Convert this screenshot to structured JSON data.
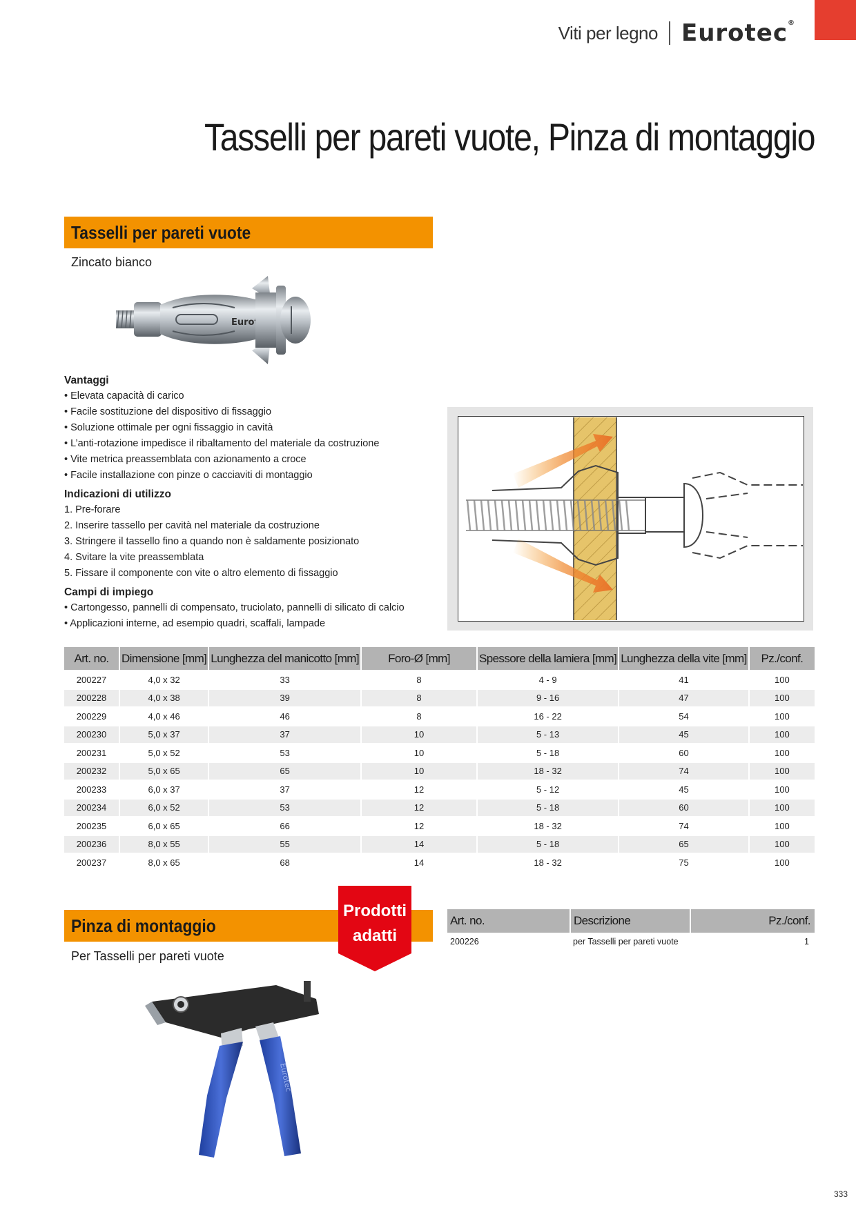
{
  "header": {
    "section": "Viti per legno",
    "brand": "Eurotec",
    "brand_mark": "®"
  },
  "page_title": "Tasselli per pareti vuote, Pinza di montaggio",
  "product1": {
    "band_title": "Tasselli per pareti vuote",
    "subtitle": "Zincato bianco",
    "image_text": "Eurotec",
    "vantaggi": {
      "heading": "Vantaggi",
      "items": [
        "• Elevata capacità di carico",
        "• Facile sostituzione del dispositivo di fissaggio",
        "• Soluzione ottimale per ogni fissaggio in cavità",
        "• L’anti-rotazione impedisce il ribaltamento del materiale da costruzione",
        "• Vite metrica preassemblata con azionamento a croce",
        "• Facile installazione con pinze o cacciaviti di montaggio"
      ]
    },
    "indicazioni": {
      "heading": "Indicazioni di utilizzo",
      "items": [
        "1. Pre-forare",
        "2. Inserire tassello per cavità nel materiale da costruzione",
        "3. Stringere il tassello fino a quando non è saldamente posizionato",
        "4. Svitare la vite preassemblata",
        "5. Fissare il componente con vite o altro elemento di fissaggio"
      ]
    },
    "campi": {
      "heading": "Campi di impiego",
      "items": [
        "• Cartongesso, pannelli di compensato, truciolato, pannelli di silicato di calcio",
        "• Applicazioni interne, ad esempio quadri, scaffali, lampade"
      ]
    }
  },
  "specs_table": {
    "headers": [
      "Art. no.",
      "Dimensione [mm]",
      "Lunghezza del manicotto [mm]",
      "Foro-Ø [mm]",
      "Spessore della lamiera [mm]",
      "Lunghezza della vite [mm]",
      "Pz./conf."
    ],
    "rows": [
      [
        "200227",
        "4,0 x 32",
        "33",
        "8",
        "4 - 9",
        "41",
        "100"
      ],
      [
        "200228",
        "4,0 x 38",
        "39",
        "8",
        "9 - 16",
        "47",
        "100"
      ],
      [
        "200229",
        "4,0 x 46",
        "46",
        "8",
        "16 - 22",
        "54",
        "100"
      ],
      [
        "200230",
        "5,0 x 37",
        "37",
        "10",
        "5 - 13",
        "45",
        "100"
      ],
      [
        "200231",
        "5,0 x 52",
        "53",
        "10",
        "5 - 18",
        "60",
        "100"
      ],
      [
        "200232",
        "5,0 x 65",
        "65",
        "10",
        "18 - 32",
        "74",
        "100"
      ],
      [
        "200233",
        "6,0 x 37",
        "37",
        "12",
        "5 - 12",
        "45",
        "100"
      ],
      [
        "200234",
        "6,0 x 52",
        "53",
        "12",
        "5 - 18",
        "60",
        "100"
      ],
      [
        "200235",
        "6,0 x 65",
        "66",
        "12",
        "18 - 32",
        "74",
        "100"
      ],
      [
        "200236",
        "8,0 x 55",
        "55",
        "14",
        "5 - 18",
        "65",
        "100"
      ],
      [
        "200237",
        "8,0 x 65",
        "68",
        "14",
        "18 - 32",
        "75",
        "100"
      ]
    ]
  },
  "product2": {
    "band_title": "Pinza di montaggio",
    "subtitle": "Per Tasselli per pareti vuote",
    "image_text": "Eurotec"
  },
  "badge": {
    "line1": "Prodotti",
    "line2": "adatti",
    "color": "#e30613"
  },
  "pinza_table": {
    "headers": [
      "Art. no.",
      "Descrizione",
      "Pz./conf."
    ],
    "rows": [
      [
        "200226",
        "per Tasselli per pareti vuote",
        "1"
      ]
    ]
  },
  "colors": {
    "accent_orange": "#f39200",
    "corner_red": "#e53e2f",
    "table_header": "#b3b3b3",
    "row_alt": "#ececec"
  },
  "page_number": "333"
}
